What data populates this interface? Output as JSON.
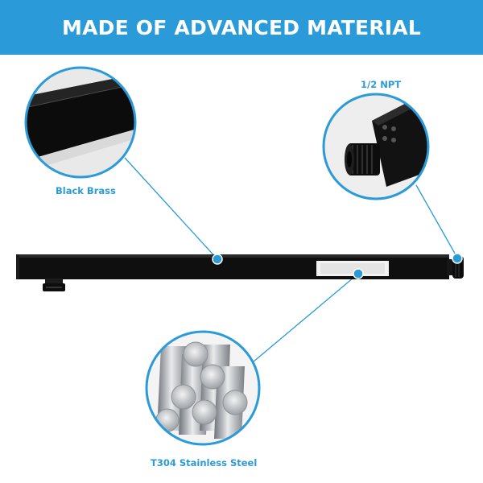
{
  "banner": {
    "title": "MADE OF ADVANCED MATERIAL"
  },
  "callouts": {
    "black_brass": "Black Brass",
    "npt": "1/2 NPT",
    "steel": "T304 Stainless Steel"
  },
  "colors": {
    "accent": "#2a9ad8",
    "product": "#111111",
    "steel": "#b9bcc0"
  }
}
